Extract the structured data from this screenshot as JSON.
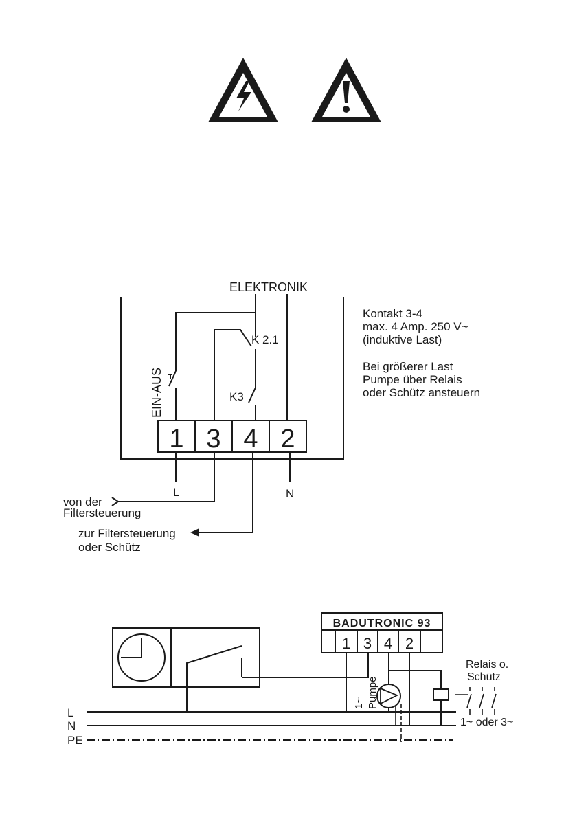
{
  "warnings": {
    "electrical_icon": "high-voltage-warning",
    "general_icon": "general-warning"
  },
  "upper_diagram": {
    "electronics_label": "ELEKTRONIK",
    "relay_k21_label": "K 2.1",
    "relay_k3_label": "K3",
    "switch_label": "EIN-AUS",
    "terminals": [
      "1",
      "3",
      "4",
      "2"
    ],
    "line_label": "L",
    "neutral_label": "N",
    "input_label_line1": "von der",
    "input_label_line2": "Filtersteuerung",
    "output_label_line1": "zur Filtersteuerung",
    "output_label_line2": "oder Schütz",
    "note_line1": "Kontakt 3-4",
    "note_line2": "max. 4 Amp. 250 V~",
    "note_line3": "(induktive Last)",
    "note_line4": "Bei größerer Last",
    "note_line5": "Pumpe über Relais",
    "note_line6": "oder Schütz ansteuern"
  },
  "lower_diagram": {
    "device_title": "BADUTRONIC 93",
    "terminals": [
      "1",
      "3",
      "4",
      "2"
    ],
    "pump_phase_label": "1~",
    "pump_label": "Pumpe",
    "relay_label_line1": "Relais o.",
    "relay_label_line2": "Schütz",
    "phase_label": "1~ oder 3~",
    "rail_l": "L",
    "rail_n": "N",
    "rail_pe": "PE",
    "timer_icon": "clock-icon"
  }
}
